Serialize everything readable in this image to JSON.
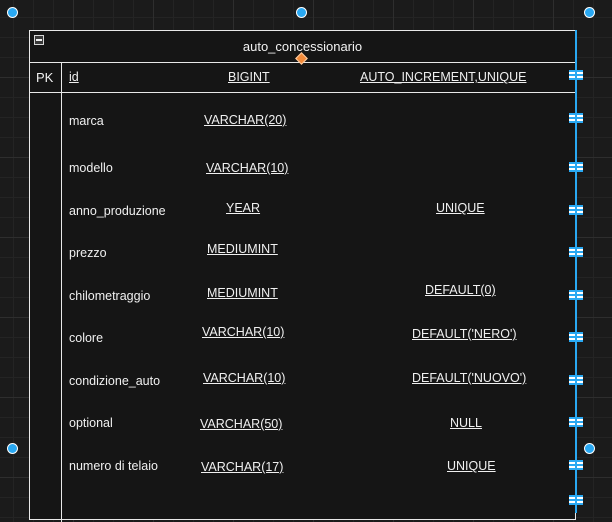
{
  "entity": {
    "title": "auto_concessionario",
    "pk_label": "PK",
    "rows": [
      {
        "name": "id",
        "type": "BIGINT",
        "constraint": "AUTO_INCREMENT,UNIQUE"
      },
      {
        "name": "marca",
        "type": "VARCHAR(20)",
        "constraint": ""
      },
      {
        "name": "modello",
        "type": "VARCHAR(10)",
        "constraint": ""
      },
      {
        "name": "anno_produzione",
        "type": "YEAR",
        "constraint": "UNIQUE"
      },
      {
        "name": "prezzo",
        "type": "MEDIUMINT",
        "constraint": ""
      },
      {
        "name": "chilometraggio",
        "type": "MEDIUMINT",
        "constraint": "DEFAULT(0)"
      },
      {
        "name": "colore",
        "type": "VARCHAR(10)",
        "constraint": "DEFAULT('NERO')"
      },
      {
        "name": "condizione_auto",
        "type": "VARCHAR(10)",
        "constraint": "DEFAULT('NUOVO')"
      },
      {
        "name": "optional",
        "type": "VARCHAR(50)",
        "constraint": "NULL"
      },
      {
        "name": "numero di telaio",
        "type": "VARCHAR(17)",
        "constraint": "UNIQUE"
      }
    ]
  },
  "colors": {
    "accent": "#29a8f2",
    "connection_point": "#f28a3a",
    "background": "#1b1b1b"
  }
}
